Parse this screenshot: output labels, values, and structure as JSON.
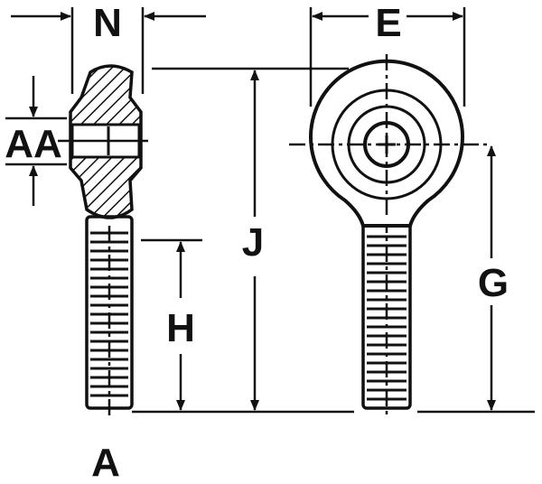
{
  "labels": {
    "n": "N",
    "e": "E",
    "aa": "AA",
    "j": "J",
    "h": "H",
    "g": "G",
    "a": "A"
  },
  "colors": {
    "ink": "#111111",
    "background": "#ffffff"
  }
}
